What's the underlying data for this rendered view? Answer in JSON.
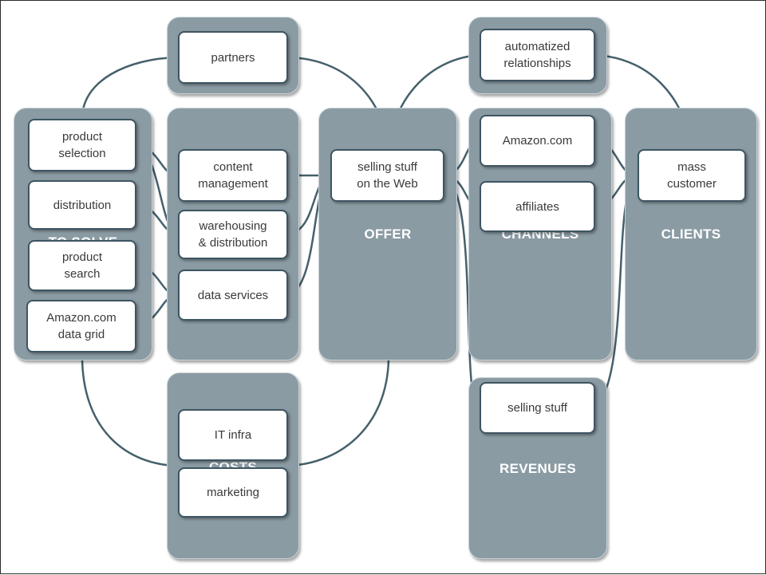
{
  "panels": {
    "key_partners": {
      "title": ""
    },
    "key_activities": {
      "title": "TO SOLVE"
    },
    "key_resources": {
      "title": ""
    },
    "offer": {
      "title": "OFFER"
    },
    "customer_relationships": {
      "title": ""
    },
    "channels": {
      "title": "CHANNELS"
    },
    "clients": {
      "title": "CLIENTS"
    },
    "costs": {
      "title": "COSTS"
    },
    "revenues": {
      "title": "REVENUES"
    }
  },
  "boxes": {
    "product_selection": "product\nselection",
    "distribution": "distribution",
    "product_search": "product\nsearch",
    "amazon_data_grid": "Amazon.com\ndata grid",
    "partners": "partners",
    "content_management": "content\nmanagement",
    "warehousing_distribution": "warehousing\n& distribution",
    "data_services": "data services",
    "selling_stuff_web": "selling stuff\non the Web",
    "automated_relationships": "automatized\nrelationships",
    "amazon_com": "Amazon.com",
    "affiliates": "affiliates",
    "mass_customer": "mass\ncustomer",
    "it_infra": "IT infra",
    "marketing": "marketing",
    "selling_stuff": "selling stuff"
  },
  "colors": {
    "panel": "#8a9ba3",
    "box_border": "#3e5562",
    "connector": "#45606c",
    "title_text": "#ffffff"
  }
}
